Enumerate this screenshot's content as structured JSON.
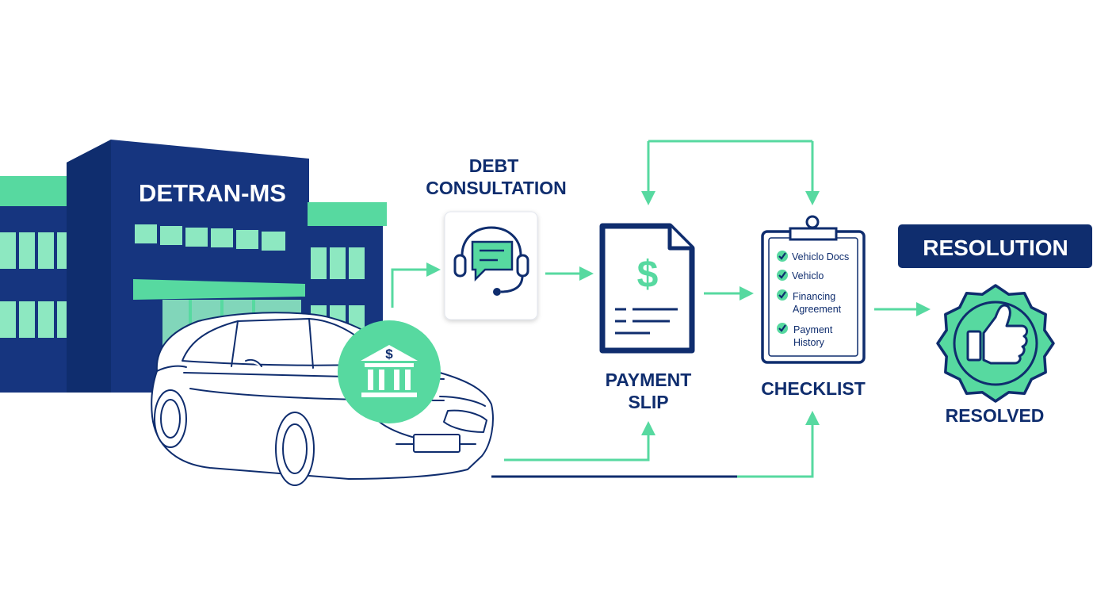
{
  "colors": {
    "navy": "#0f2d6e",
    "navy_dark": "#16357f",
    "green": "#57d9a0",
    "green_light": "#8de8c1",
    "white": "#ffffff"
  },
  "building": {
    "sign": "DETRAN-MS",
    "icon": "building-icon"
  },
  "car": {
    "icon": "car-icon"
  },
  "bank": {
    "icon": "bank-icon",
    "symbol": "$"
  },
  "consultation": {
    "label_line1": "DEBT",
    "label_line2": "CONSULTATION",
    "icon": "headset-chat-icon"
  },
  "payment_slip": {
    "label_line1": "PAYMENT",
    "label_line2": "SLIP",
    "icon": "document-dollar-icon",
    "symbol": "$"
  },
  "checklist": {
    "label": "CHECKLIST",
    "icon": "clipboard-icon",
    "items": [
      {
        "line1": "Vehiclo Docs",
        "line2": ""
      },
      {
        "line1": "Vehiclo",
        "line2": ""
      },
      {
        "line1": "Financing",
        "line2": "Agreement"
      },
      {
        "line1": "Payment",
        "line2": "History"
      }
    ]
  },
  "resolution": {
    "badge": "RESOLUTION",
    "label": "RESOLVED",
    "icon": "thumbs-up-icon"
  }
}
